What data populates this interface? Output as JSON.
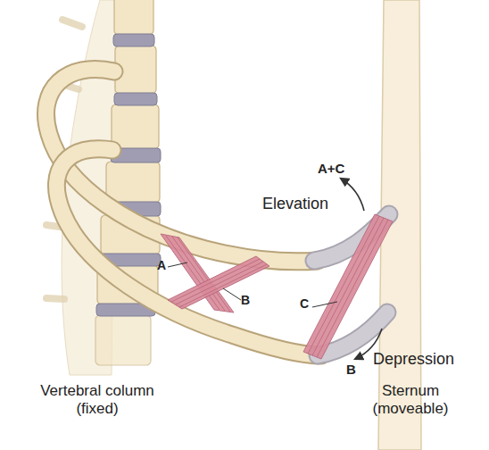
{
  "diagram": {
    "labels": [
      "A+C",
      "Elevation",
      "A",
      "B",
      "C",
      "Depression",
      "B",
      "Vertebral column (fixed)",
      "Sternum (moveable)"
    ]
  }
}
